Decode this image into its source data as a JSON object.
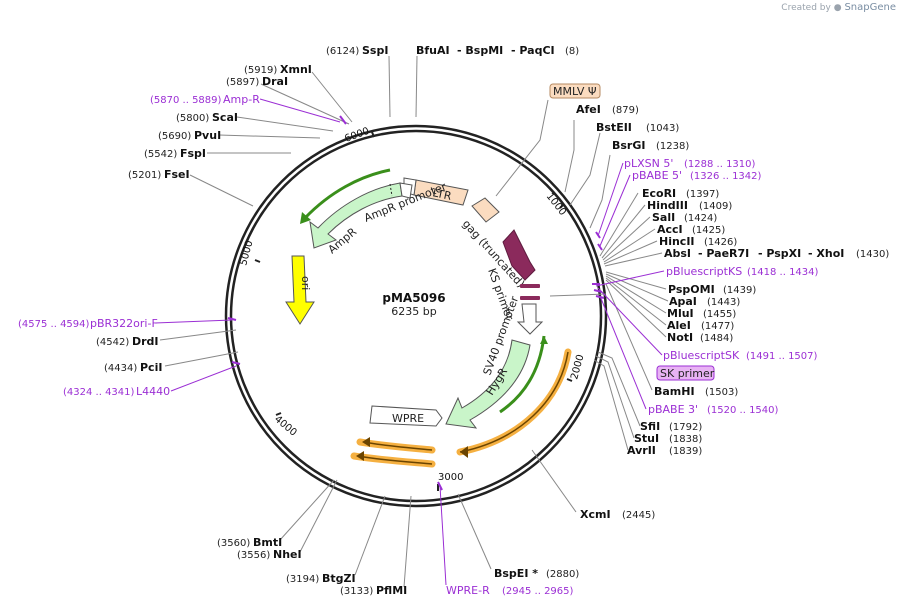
{
  "credit": {
    "prefix": "Created by",
    "brand": "SnapGene"
  },
  "plasmid": {
    "name": "pMA5096",
    "length": "6235 bp"
  },
  "ring_ticks": [
    "1000",
    "2000",
    "3000",
    "4000",
    "5000",
    "6000"
  ],
  "features": {
    "ltr": "LTR",
    "gag": "gag (truncated)",
    "ks_primer": "KS primer",
    "sv40": "SV40 promoter",
    "hygr": "HygR",
    "wpre": "WPRE",
    "ampr": "AmpR",
    "ampr_promoter": "AmpR promoter",
    "ori": "ori"
  },
  "sites_right": [
    {
      "name": "BfuAI",
      "pos": ""
    },
    {
      "name": "- BspMI",
      "pos": ""
    },
    {
      "name": "- PaqCI",
      "pos": "(8)"
    },
    {
      "name": "AfeI",
      "pos": "(879)"
    },
    {
      "name": "BstEII",
      "pos": "(1043)"
    },
    {
      "name": "BsrGI",
      "pos": "(1238)"
    },
    {
      "name": "EcoRI",
      "pos": "(1397)"
    },
    {
      "name": "HindIII",
      "pos": "(1409)"
    },
    {
      "name": "SalI",
      "pos": "(1424)"
    },
    {
      "name": "AccI",
      "pos": "(1425)"
    },
    {
      "name": "HincII",
      "pos": "(1426)"
    },
    {
      "name": "AbsI",
      "pos": ""
    },
    {
      "name": "- PaeR7I",
      "pos": ""
    },
    {
      "name": "- PspXI",
      "pos": ""
    },
    {
      "name": "- XhoI",
      "pos": "(1430)"
    },
    {
      "name": "PspOMI",
      "pos": "(1439)"
    },
    {
      "name": "ApaI",
      "pos": "(1443)"
    },
    {
      "name": "MluI",
      "pos": "(1455)"
    },
    {
      "name": "AleI",
      "pos": "(1477)"
    },
    {
      "name": "NotI",
      "pos": "(1484)"
    },
    {
      "name": "BamHI",
      "pos": "(1503)"
    },
    {
      "name": "SfiI",
      "pos": "(1792)"
    },
    {
      "name": "StuI",
      "pos": "(1838)"
    },
    {
      "name": "AvrII",
      "pos": "(1839)"
    },
    {
      "name": "XcmI",
      "pos": "(2445)"
    },
    {
      "name": "BspEI *",
      "pos": "(2880)"
    }
  ],
  "sites_left": [
    {
      "name": "SspI",
      "pos": "(6124)"
    },
    {
      "name": "XmnI",
      "pos": "(5919)"
    },
    {
      "name": "DraI",
      "pos": "(5897)"
    },
    {
      "name": "ScaI",
      "pos": "(5800)"
    },
    {
      "name": "PvuI",
      "pos": "(5690)"
    },
    {
      "name": "FspI",
      "pos": "(5542)"
    },
    {
      "name": "FseI",
      "pos": "(5201)"
    },
    {
      "name": "DrdI",
      "pos": "(4542)"
    },
    {
      "name": "PciI",
      "pos": "(4434)"
    },
    {
      "name": "BmtI",
      "pos": "(3560)"
    },
    {
      "name": "NheI",
      "pos": "(3556)"
    },
    {
      "name": "BtgZI",
      "pos": "(3194)"
    },
    {
      "name": "PflMI",
      "pos": "(3133)"
    }
  ],
  "primers": [
    {
      "name": "pLXSN 5'",
      "range": "(1288 .. 1310)"
    },
    {
      "name": "pBABE 5'",
      "range": "(1326 .. 1342)"
    },
    {
      "name": "pBluescriptKS",
      "range": "(1418 .. 1434)"
    },
    {
      "name": "pBluescriptSK",
      "range": "(1491 .. 1507)"
    },
    {
      "name": "pBABE 3'",
      "range": "(1520 .. 1540)"
    },
    {
      "name": "Amp-R",
      "range": "(5870 .. 5889)"
    },
    {
      "name": "pBR322ori-F",
      "range": "(4575 .. 4594)"
    },
    {
      "name": "L4440",
      "range": "(4324 .. 4341)"
    },
    {
      "name": "WPRE-R",
      "range": "(2945 .. 2965)"
    }
  ],
  "boxed": {
    "mmlv": "MMLV Ψ",
    "sk_primer": "SK primer"
  },
  "colors": {
    "ring": "#222222",
    "primer": "#9b2fd4",
    "ltr_fill": "#fbdcc0",
    "gag_fill": "#fbdcc0",
    "ks_fill": "#8b2a5c",
    "promoter_fill": "#ffffff",
    "marker_fill": "#c9f5c9",
    "ori_fill": "#ffff00",
    "orf_green": "#3a8f1b",
    "orf_orange": "#f5b041",
    "sk_box": "#e8b3f4",
    "mmlv_box": "#fbdcc0"
  }
}
